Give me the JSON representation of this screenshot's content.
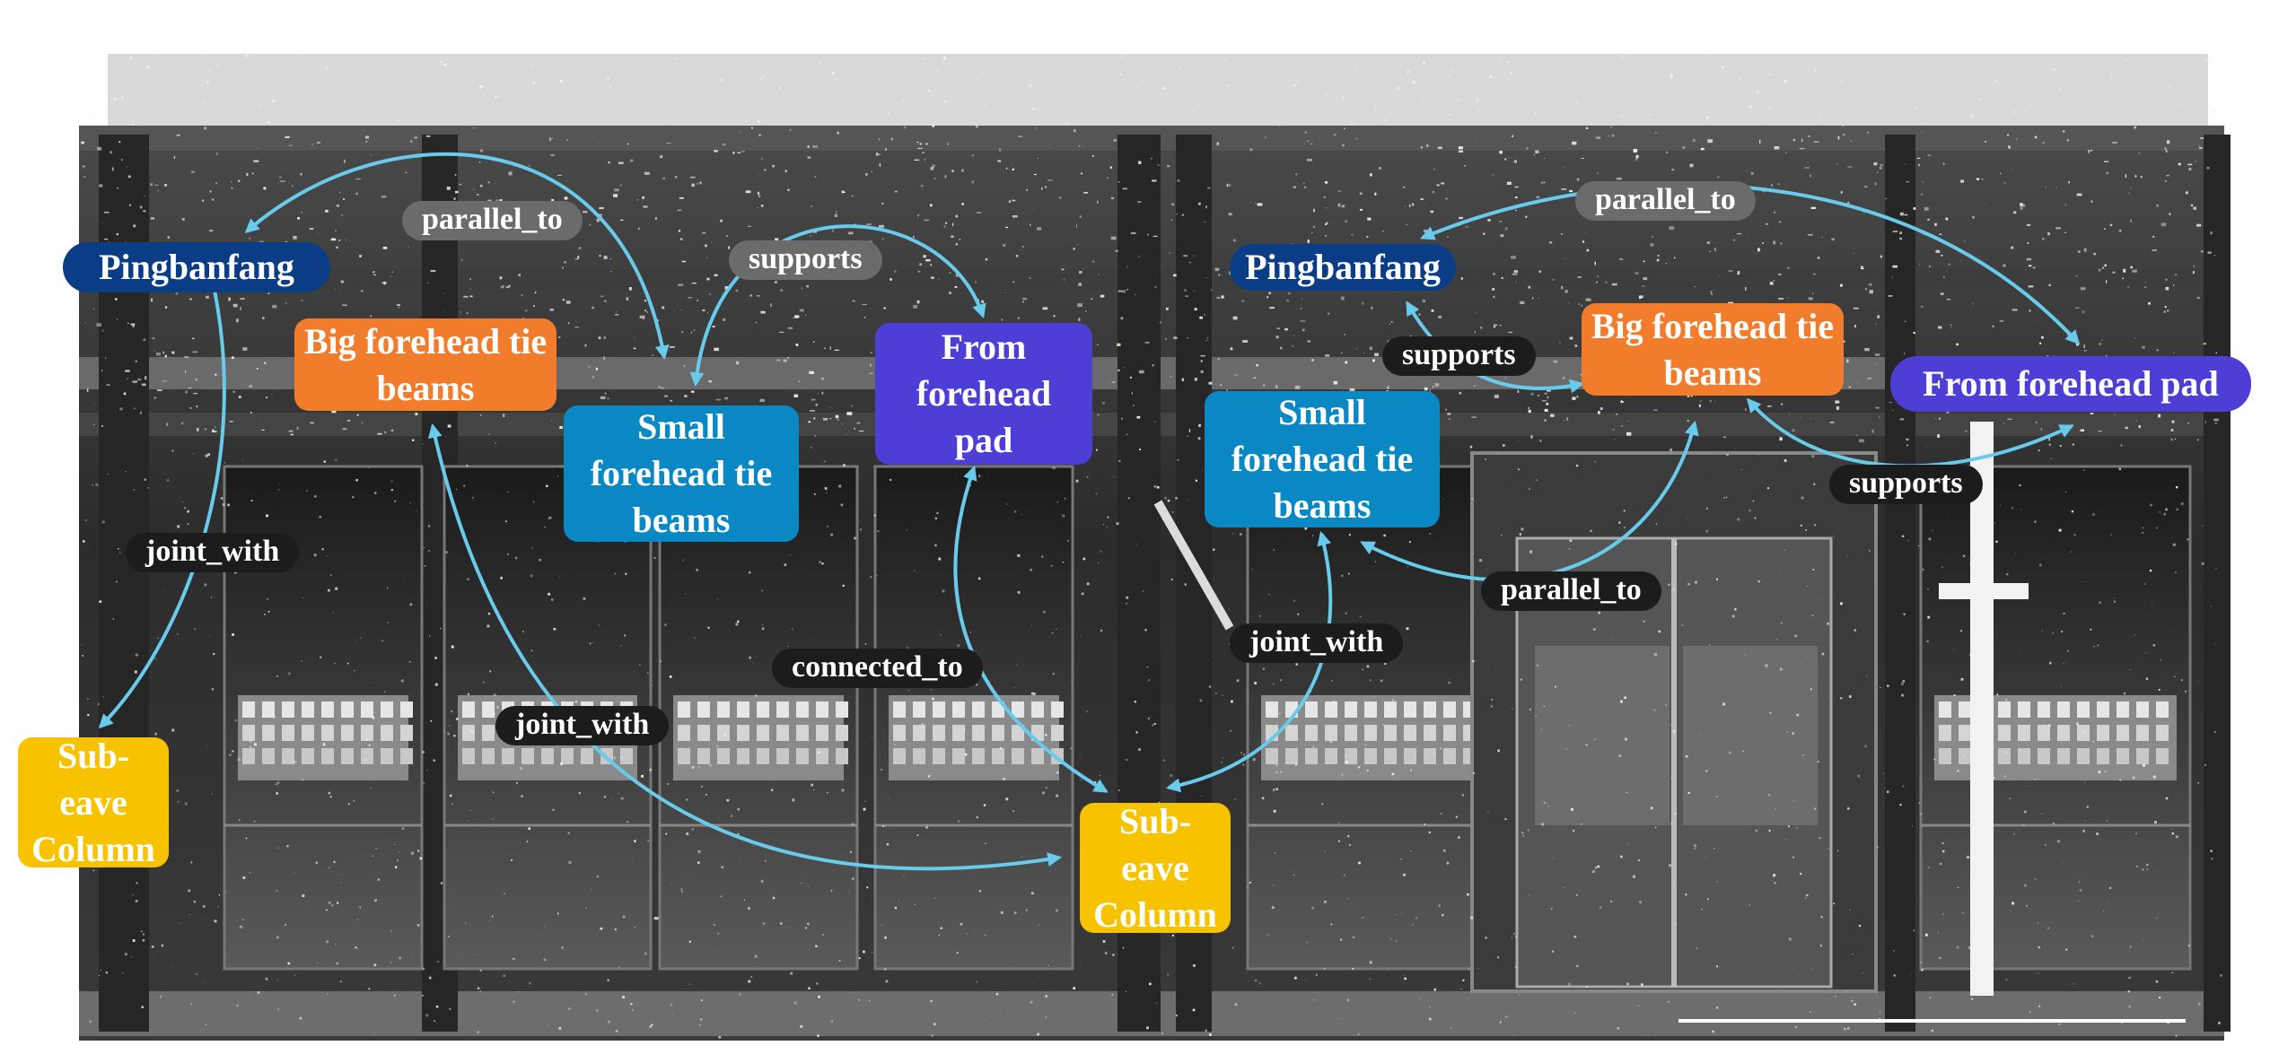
{
  "colors": {
    "pingbanfang": "#0b3d86",
    "big_forehead": "#f07c2c",
    "small_forehead": "#0a88c4",
    "forehead_pad": "#4d3fd6",
    "column": "#f7c300",
    "arrow": "#69cbec",
    "label_dark": "#1c1c1c",
    "label_grey": "#6b6b6b"
  },
  "nodes": {
    "left_pingbanfang": "Pingbanfang",
    "left_big_forehead": "Big forehead tie beams",
    "left_small_forehead": "Small forehead tie beams",
    "left_forehead_pad": "From forehead pad",
    "left_column_outer": "Sub-eave Column",
    "left_column_center": "Sub-eave Column",
    "right_pingbanfang": "Pingbanfang",
    "right_big_forehead": "Big forehead tie beams",
    "right_small_forehead": "Small forehead tie beams",
    "right_forehead_pad": "From forehead pad"
  },
  "edge_labels": {
    "left_parallel_to": "parallel_to",
    "left_supports": "supports",
    "left_joint_with_outer": "joint_with",
    "left_connected_to": "connected_to",
    "left_joint_with_center": "joint_with",
    "right_joint_with": "joint_with",
    "right_parallel_to_top": "parallel_to",
    "right_supports_upper": "supports",
    "right_supports_lower": "supports",
    "right_parallel_to_mid": "parallel_to"
  }
}
